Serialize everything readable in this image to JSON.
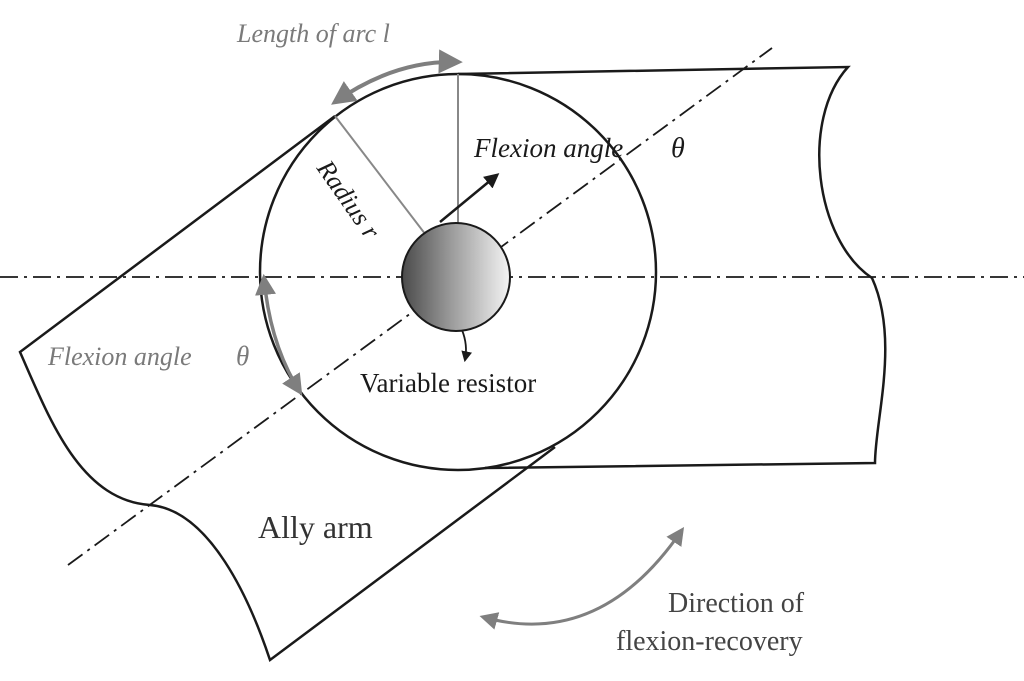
{
  "labels": {
    "arc_length": "Length of arc l",
    "flexion_angle_top": "Flexion angle",
    "flexion_angle_left": "Flexion angle",
    "theta": "θ",
    "radius": "Radius r",
    "variable_resistor": "Variable resistor",
    "ally_arm": "Ally arm",
    "direction_line1": "Direction of",
    "direction_line2": "flexion-recovery"
  },
  "colors": {
    "outline": "#1a1a1a",
    "gray_annotation": "#808080",
    "gray_text": "#7a7a7a",
    "dark_text": "#333333"
  }
}
